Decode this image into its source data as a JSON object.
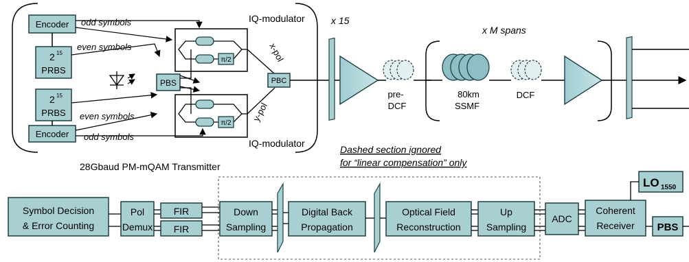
{
  "transmitter": {
    "caption": "28Gbaud PM-mQAM Transmitter",
    "encoder_label": "Encoder",
    "prbs_top": {
      "base": "2",
      "exp": "15",
      "name": "PRBS"
    },
    "prbs_bottom": {
      "base": "2",
      "exp": "15",
      "name": "PRBS"
    },
    "odd_symbols": "odd symbols",
    "even_symbols": "even symbols",
    "iq_modulator": "IQ-modulator",
    "pbs": "PBS",
    "pbc": "PBC",
    "pi_half": "π/2",
    "x_pol": "x-pol",
    "y_pol": "y-pol"
  },
  "link": {
    "x15": "x 15",
    "x_m_spans": "x M spans",
    "pre_dcf_line1": "pre-",
    "pre_dcf_line2": "DCF",
    "ssmf_line1": "80km",
    "ssmf_line2": "SSMF",
    "dcf": "DCF"
  },
  "note": {
    "line1": "Dashed section ignored",
    "line2": "for “linear compensation” only"
  },
  "receiver": {
    "symbol_decision_line1": "Symbol Decision",
    "symbol_decision_line2": "& Error Counting",
    "pol_demux_line1": "Pol",
    "pol_demux_line2": "Demux",
    "fir": "FIR",
    "down_sampling_line1": "Down",
    "down_sampling_line2": "Sampling",
    "dbp_line1": "Digital Back",
    "dbp_line2": "Propagation",
    "ofr_line1": "Optical Field",
    "ofr_line2": "Reconstruction",
    "up_sampling_line1": "Up",
    "up_sampling_line2": "Sampling",
    "adc": "ADC",
    "coherent_line1": "Coherent",
    "coherent_line2": "Receiver",
    "pbs": "PBS",
    "lo_base": "LO",
    "lo_sub": "1550"
  },
  "colors": {
    "box_fill": "#a8cfd2",
    "box_stroke": "#1f3f45",
    "line": "#000000"
  }
}
